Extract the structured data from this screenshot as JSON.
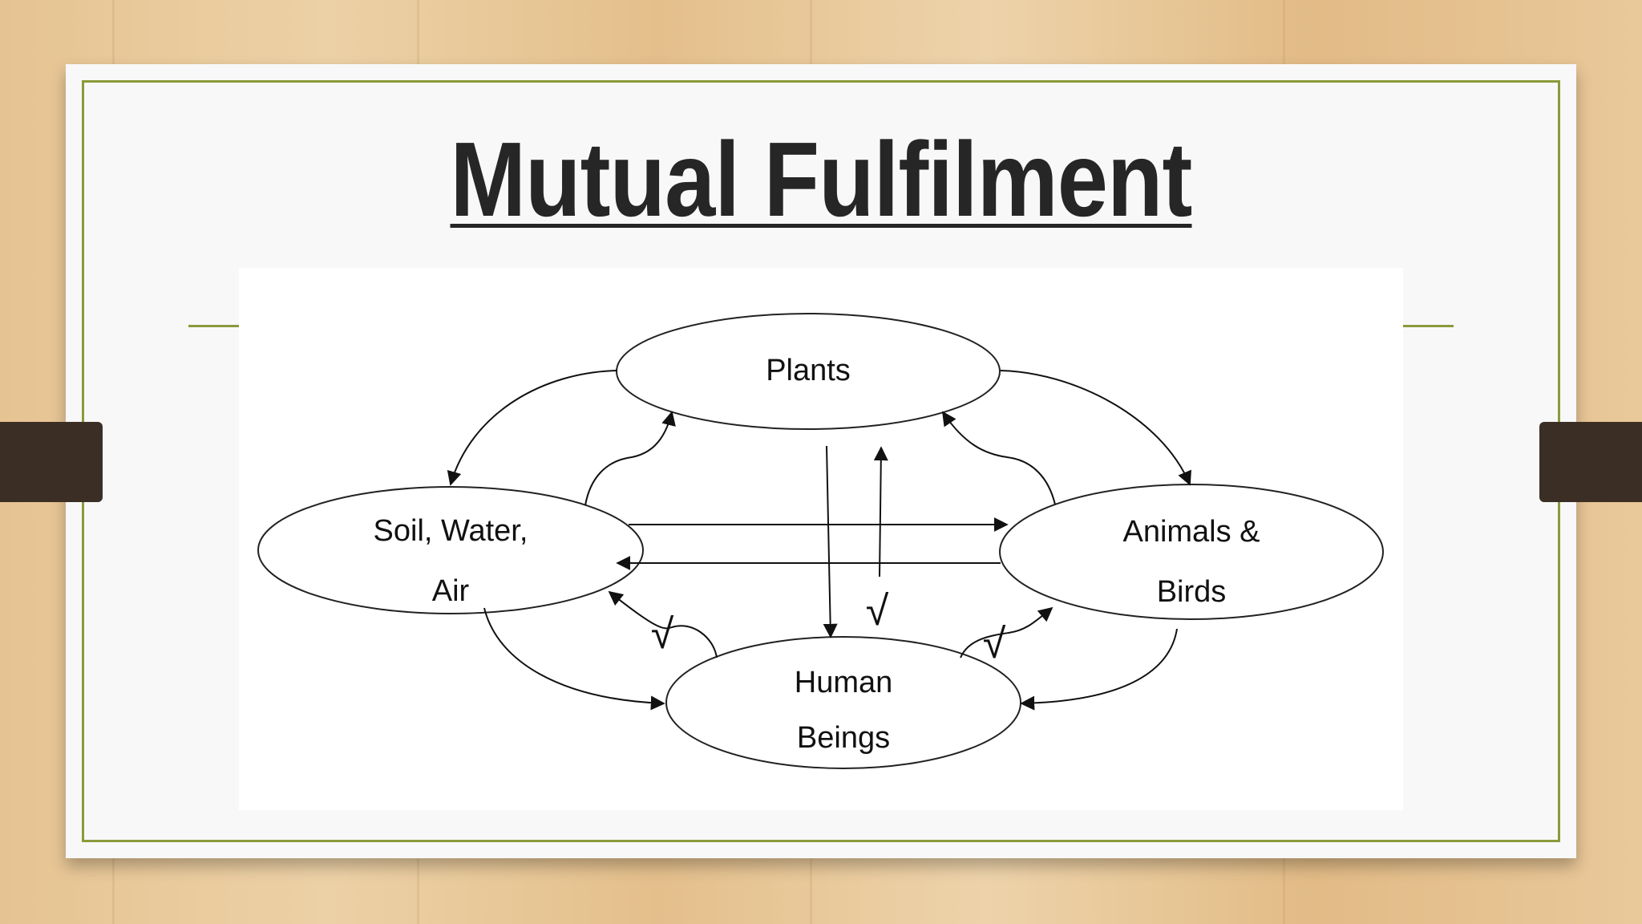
{
  "slide": {
    "title": "Mutual Fulfilment"
  },
  "diagram": {
    "nodes": {
      "plants": {
        "label": "Plants"
      },
      "soil": {
        "line1": "Soil, Water,",
        "line2": "Air"
      },
      "animals": {
        "line1": "Animals &",
        "line2": "Birds"
      },
      "humans": {
        "line1": "Human",
        "line2": "Beings"
      }
    },
    "ticks": [
      "√",
      "√",
      "√"
    ]
  },
  "colors": {
    "accent": "#8a9a3a",
    "title": "#262626",
    "clip": "#3b2e24"
  }
}
